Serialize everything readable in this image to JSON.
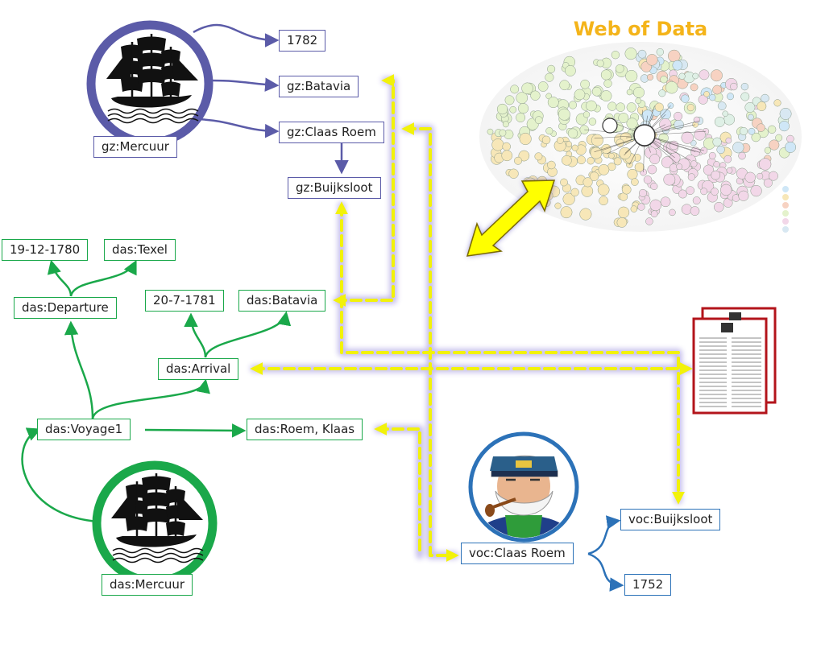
{
  "title": "Web of Data",
  "colors": {
    "gz": "#5b5ba8",
    "das": "#1aa84a",
    "voc": "#2c72b8",
    "link": "#f2f20a",
    "title": "#f4b41a",
    "newspaper": "#b3141b"
  },
  "gz": {
    "ship_label": "gz:Mercuur",
    "year": "1782",
    "batavia": "gz:Batavia",
    "claas_roem": "gz:Claas Roem",
    "buijksloot": "gz:Buijksloot"
  },
  "das": {
    "departure_date": "19-12-1780",
    "texel": "das:Texel",
    "departure": "das:Departure",
    "arrival_date": "20-7-1781",
    "batavia": "das:Batavia",
    "arrival": "das:Arrival",
    "voyage": "das:Voyage1",
    "roem_klaas": "das:Roem, Klaas",
    "ship_label": "das:Mercuur"
  },
  "voc": {
    "claas_roem": "voc:Claas Roem",
    "buijksloot": "voc:Buijksloot",
    "year": "1752"
  },
  "icons": [
    "ship-icon",
    "captain-icon",
    "newspaper-icon",
    "lod-cloud-icon"
  ]
}
